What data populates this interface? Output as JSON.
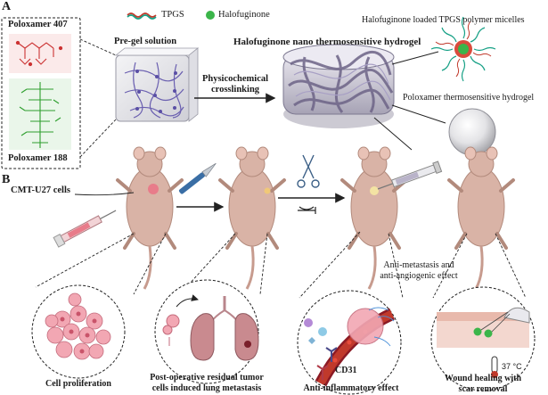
{
  "panel_a": "A",
  "panel_b": "B",
  "legend": {
    "tpgs": "TPGS",
    "halofuginone": "Halofuginone"
  },
  "labels": {
    "poloxamer407": "Poloxamer 407",
    "poloxamer188": "Poloxamer 188",
    "pregel": "Pre-gel solution",
    "crosslinking_line1": "Physicochemical",
    "crosslinking_line2": "crosslinking",
    "hydrogel_title": "Halofuginone nano thermosensitive hydrogel",
    "micelles": "Halofuginone loaded TPGS polymer micelles",
    "poloxamer_hydrogel": "Poloxamer thermosensitive hydrogel",
    "cells": "CMT-U27 cells",
    "anti_meta_line1": "Anti-metastasis and",
    "anti_meta_line2": "anti-angiogenic effect",
    "prolif": "Cell proliferation",
    "postop_line1": "Post-operative residual tumor",
    "postop_line2": "cells induced lung metastasis",
    "antiinflam": "Anti-inflammatory effect",
    "wound_line1": "Wound healing with",
    "wound_line2": "scar removal",
    "cd31": "CD31",
    "temp": "37 °C"
  },
  "colors": {
    "tpgs_red": "#c0392b",
    "tpgs_teal": "#16a085",
    "halofuginone_green": "#3bb54a",
    "mouse_body": "#d9b3a6",
    "tumor": "#e87c8a",
    "lung": "#c98a8f",
    "hydrogel": "#8b7fa8",
    "poloxamer407_struct": "#cc3333",
    "poloxamer188_struct": "#2e9e2e"
  }
}
